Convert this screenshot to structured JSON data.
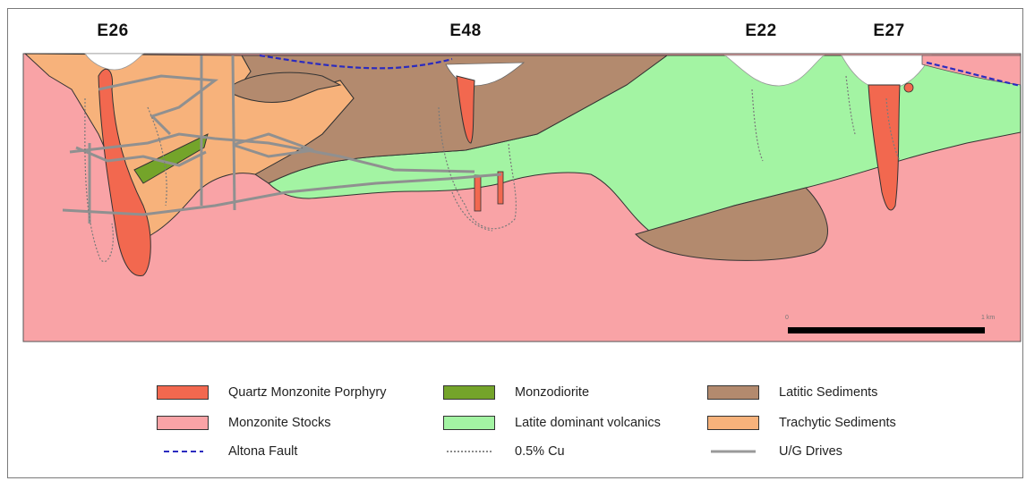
{
  "deposits": [
    {
      "label": "E26"
    },
    {
      "label": "E48"
    },
    {
      "label": "E22"
    },
    {
      "label": "E27"
    }
  ],
  "legend": {
    "items": [
      {
        "label": "Quartz Monzonite Porphyry",
        "color": "#f2684f",
        "kind": "fill"
      },
      {
        "label": "Monzodiorite",
        "color": "#74a42a",
        "kind": "fill"
      },
      {
        "label": "Latitic Sediments",
        "color": "#b38a6e",
        "kind": "fill"
      },
      {
        "label": "Monzonite Stocks",
        "color": "#f9a3a6",
        "kind": "fill"
      },
      {
        "label": "Latite dominant volcanics",
        "color": "#a3f4a3",
        "kind": "fill"
      },
      {
        "label": "Trachytic Sediments",
        "color": "#f7b27b",
        "kind": "fill"
      },
      {
        "label": "Altona Fault",
        "color": "#2b2bbf",
        "kind": "dashed"
      },
      {
        "label": "0.5% Cu",
        "color": "#8a8a8a",
        "kind": "dotted"
      },
      {
        "label": "U/G Drives",
        "color": "#9a9a9a",
        "kind": "solid"
      }
    ]
  },
  "scale_bar": {
    "start_label": "0",
    "end_label": "1 km"
  },
  "colors": {
    "monzonite_stocks": "#f9a3a6",
    "latite_volcanics": "#a3f4a3",
    "latitic_sediments": "#b38a6e",
    "trachytic_sediments": "#f7b27b",
    "porphyry": "#f2684f",
    "monzodiorite": "#74a42a",
    "pit": "#ffffff",
    "fault": "#2b2bbf",
    "drives": "#909090"
  }
}
